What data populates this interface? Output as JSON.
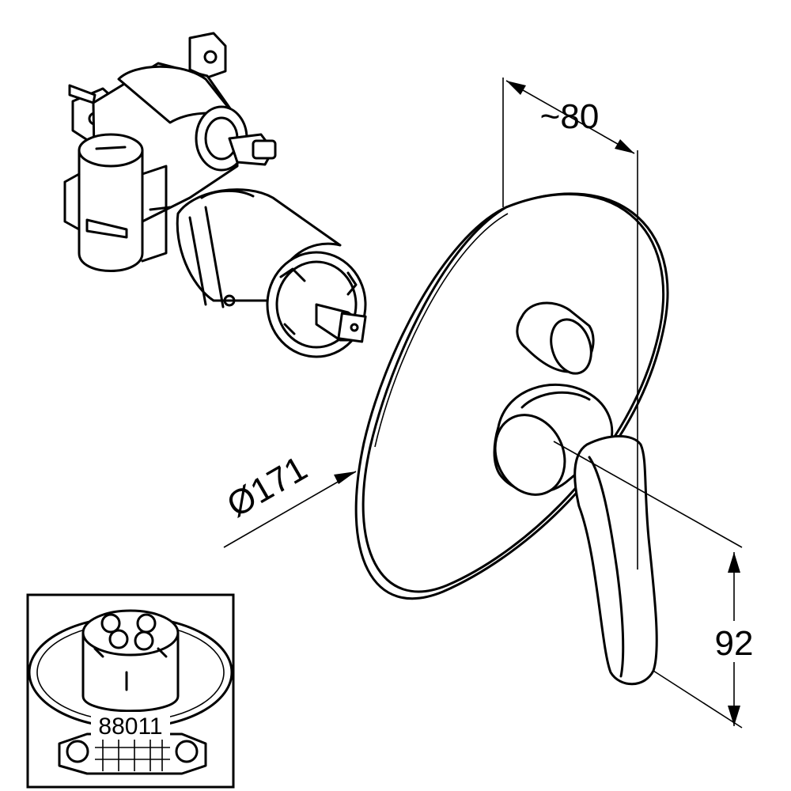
{
  "dimensions": {
    "depth": "~80",
    "diameter": "Ø171",
    "lever_height": "92"
  },
  "inset": {
    "part_number": "88011"
  },
  "colors": {
    "line": "#000000",
    "background": "#ffffff"
  }
}
